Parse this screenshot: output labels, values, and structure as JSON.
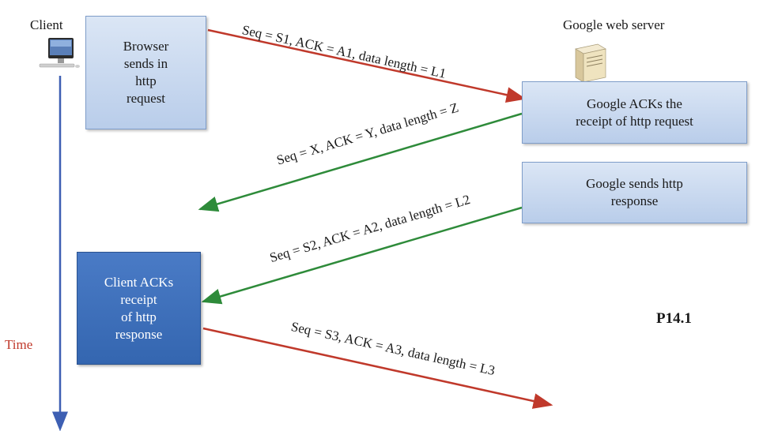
{
  "client_label": "Client",
  "server_label": "Google web server",
  "time_label": "Time",
  "figure_id": "P14.1",
  "boxes": {
    "browser_request": "Browser\nsends in\nhttp\nrequest",
    "google_ack": "Google ACKs the\nreceipt of http request",
    "google_response": "Google sends http\nresponse",
    "client_ack": "Client ACKs\nreceipt\nof http\nresponse"
  },
  "messages": {
    "m1": "Seq = S1, ACK = A1, data length = L1",
    "m2": "Seq = X, ACK = Y, data length = Z",
    "m3": "Seq = S2, ACK = A2, data length = L2",
    "m4": "Seq = S3, ACK = A3, data length = L3"
  },
  "colors": {
    "request_arrow": "#c0392b",
    "response_arrow": "#2e8b3a",
    "timeline": "#3d5fb3",
    "time_label": "#c0392b"
  }
}
